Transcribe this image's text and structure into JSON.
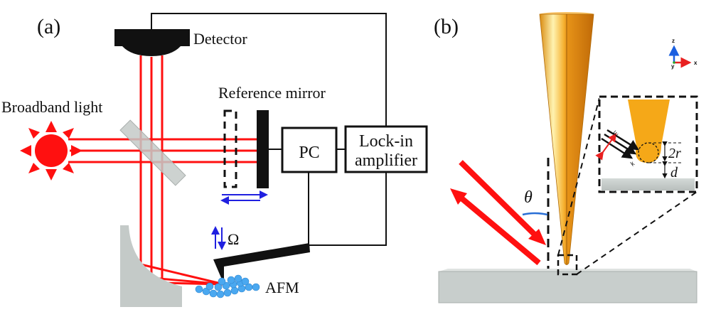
{
  "panel_a": {
    "label": "(a)",
    "detector_label": "Detector",
    "source_label": "Broadband light",
    "reference_mirror_label": "Reference mirror",
    "pc_label": "PC",
    "lockin_label_line1": "Lock-in",
    "lockin_label_line2": "amplifier",
    "omega_label": "Ω",
    "afm_label": "AFM"
  },
  "panel_b": {
    "label": "(b)",
    "theta_label": "θ",
    "inset": {
      "radius_label": "2r",
      "gap_label": "d",
      "e_field_label": "E",
      "k_vector_label": "k"
    },
    "axes": {
      "z_label": "z",
      "x_label": "x",
      "y_label": "y"
    }
  },
  "colors": {
    "beam_red": "#ff1010",
    "motion_blue": "#2020e0",
    "tip_gold": "#f0a020",
    "substrate_gray": "#c8cecc",
    "splitter_gray": "#c4cac8",
    "nanoparticle_blue": "#4aa8f0",
    "theta_arc_blue": "#2a6fd6",
    "axis_z_blue": "#1a5fe0",
    "axis_x_red": "#e82020"
  }
}
